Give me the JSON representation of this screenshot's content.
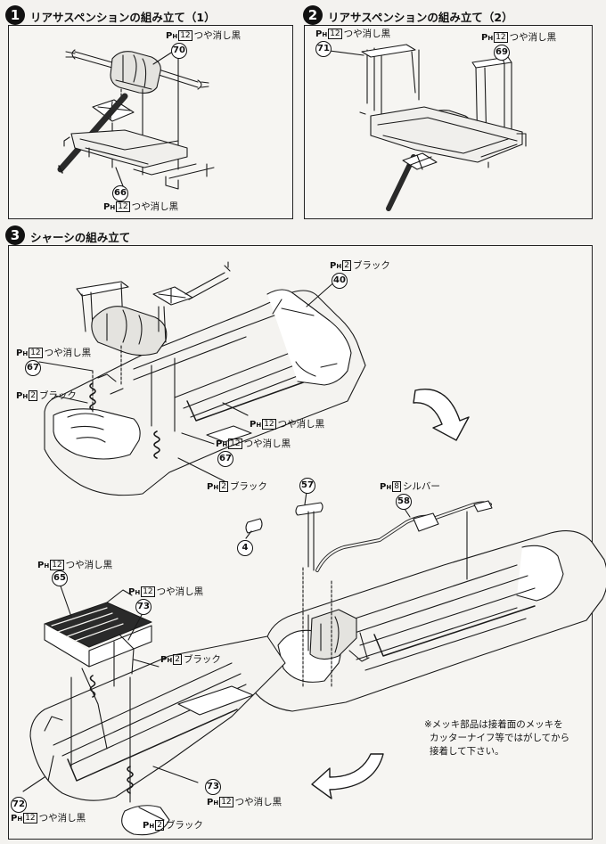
{
  "steps": [
    {
      "number": "1",
      "title": "リアサスペンションの組み立て（1）"
    },
    {
      "number": "2",
      "title": "リアサスペンションの組み立て（2）"
    },
    {
      "number": "3",
      "title": "シャーシの組み立て"
    }
  ],
  "paint": {
    "prefix": "P",
    "prefix_sub": "H",
    "flat_black_code": "12",
    "flat_black": "つや消し黒",
    "black_code": "2",
    "black": "ブラック",
    "silver_code": "8",
    "silver": "シルバー"
  },
  "parts": {
    "p70": "70",
    "p66": "66",
    "p71": "71",
    "p69": "69",
    "p40": "40",
    "p67a": "67",
    "p67b": "67",
    "p57": "57",
    "p58": "58",
    "p4": "4",
    "p65": "65",
    "p73a": "73",
    "p73b": "73",
    "p72": "72"
  },
  "note": {
    "lines": [
      "※メッキ部品は接着面のメッキを",
      "カッターナイフ等ではがしてから",
      "接着して下さい。"
    ]
  },
  "colors": {
    "line": "#1a1a1a",
    "panel": "#f6f5f2",
    "paper": "#f3f2ef"
  }
}
